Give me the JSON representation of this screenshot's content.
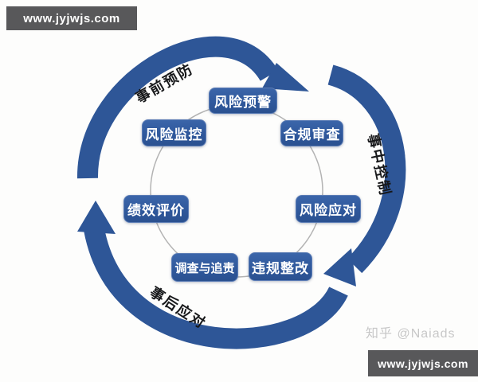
{
  "watermarks": {
    "top_left": "www.jyjwjs.com",
    "bottom_right": "www.jyjwjs.com",
    "credit": "知乎 @Naiads"
  },
  "diagram": {
    "type": "cycle",
    "phase_labels": [
      {
        "id": "before-event-prevention",
        "label": "事前预防"
      },
      {
        "id": "during-event-control",
        "label": "事中控制"
      },
      {
        "id": "after-event-response",
        "label": "事后应对"
      }
    ],
    "nodes": [
      {
        "id": "risk-warning",
        "label": "风险预警"
      },
      {
        "id": "compliance-review",
        "label": "合规审查"
      },
      {
        "id": "risk-response",
        "label": "风险应对"
      },
      {
        "id": "violation-rectification",
        "label": "违规整改"
      },
      {
        "id": "investigation-accountability",
        "label": "调查与追责"
      },
      {
        "id": "performance-evaluation",
        "label": "绩效评价"
      },
      {
        "id": "risk-monitoring",
        "label": "风险监控"
      }
    ],
    "colors": {
      "arrow_blue": "#2e5697",
      "node_blue": "#2f589c",
      "node_text": "#ffffff",
      "phase_text": "#17181a",
      "inner_circle_gray": "#b3b3b3",
      "watermark_bar_gray": "#58585a",
      "credit_gray": "#c7c7c7"
    }
  }
}
